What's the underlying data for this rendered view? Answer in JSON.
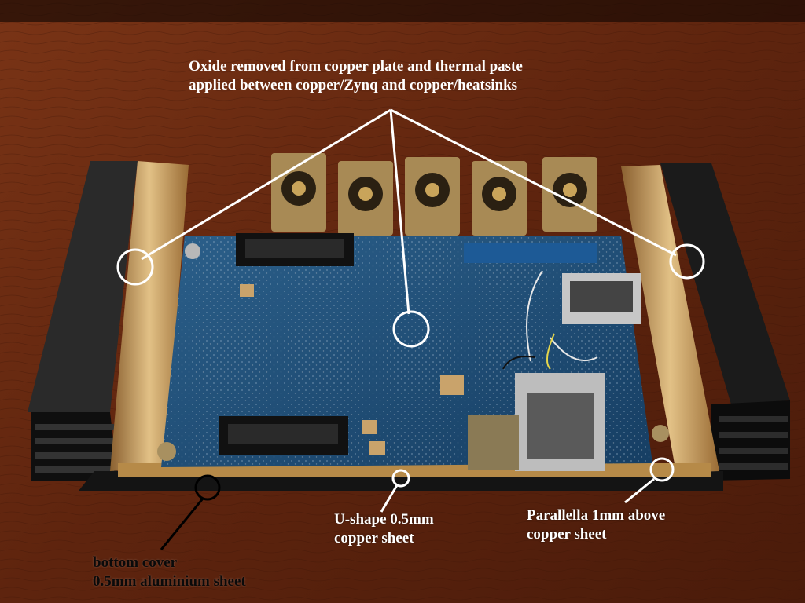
{
  "annotations": {
    "oxide": {
      "lines": [
        "Oxide removed from copper plate and thermal paste",
        "applied between copper/Zynq and copper/heatsinks"
      ],
      "color": "#ffffff"
    },
    "ushape": {
      "lines": [
        "U-shape 0.5mm",
        "copper sheet"
      ],
      "color": "#ffffff"
    },
    "parallella": {
      "lines": [
        "Parallella 1mm above",
        "copper sheet"
      ],
      "color": "#ffffff"
    },
    "bottom": {
      "lines": [
        "bottom cover",
        "0.5mm aluminium sheet"
      ],
      "color": "#000000"
    }
  },
  "palette": {
    "wood": "#6b2a12",
    "heatsink": "#161616",
    "copper": "#c89a55",
    "pcb": "#1f4f7a",
    "connector_gold": "#b08a3a"
  }
}
